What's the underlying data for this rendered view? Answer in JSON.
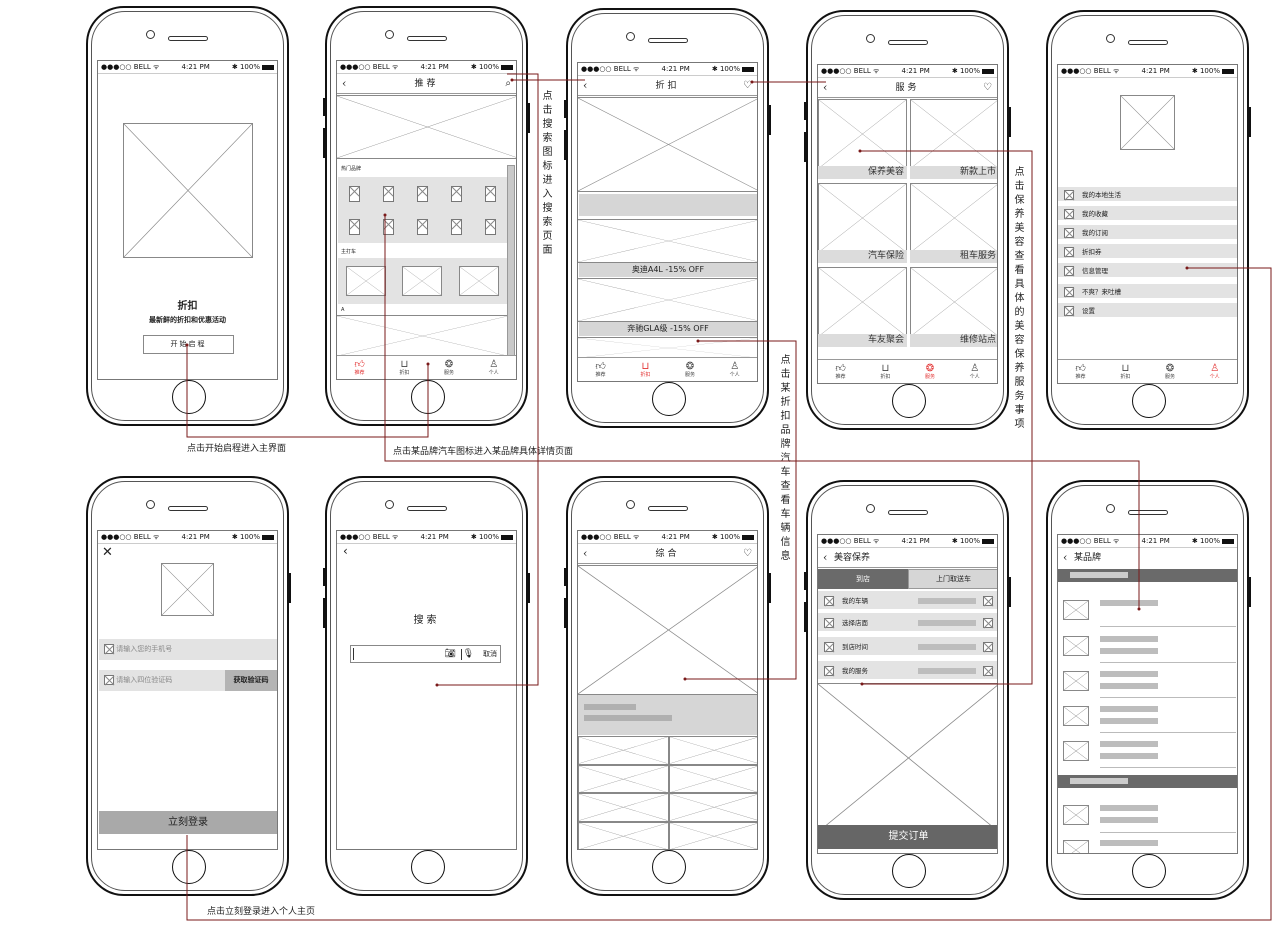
{
  "status_bar": {
    "carrier": "●●●○○ BELL ᯤ",
    "time": "4:21 PM",
    "battery": "✱ 100%"
  },
  "tab_labels": [
    "推荐",
    "折扣",
    "服务",
    "个人"
  ],
  "tab_icons": [
    "thumbs-up-icon",
    "bag-icon",
    "aperture-icon",
    "person-icon"
  ],
  "accent_color": "#e33333",
  "connector_color": "#7a1a1a",
  "screens": {
    "splash": {
      "title": "折扣",
      "subtitle": "最新鲜的折扣和优惠活动",
      "start_button": "开始启程"
    },
    "recommend": {
      "title": "推荐",
      "section_hot_brands": "热门品牌",
      "section_main_cars": "主打车",
      "section_a": "A",
      "active_tab": 0
    },
    "discount": {
      "title": "折扣",
      "items": [
        "奥迪A4L -15% OFF",
        "奔驰GLA级 -15% OFF"
      ],
      "active_tab": 1
    },
    "service": {
      "title": "服务",
      "tiles": [
        "保养美容",
        "新款上市",
        "汽车保险",
        "租车服务",
        "车友聚会",
        "维修站点"
      ],
      "active_tab": 2
    },
    "profile": {
      "menu": [
        "我的本地生活",
        "我的收藏",
        "我的订阅",
        "折扣券",
        "信息管理",
        "不爽？来吐槽",
        "设置"
      ],
      "active_tab": 3
    },
    "login": {
      "phone_placeholder": "请输入您的手机号",
      "code_placeholder": "请输入四位验证码",
      "get_code_button": "获取验证码",
      "login_button": "立刻登录"
    },
    "search": {
      "title": "搜索",
      "cancel": "取消"
    },
    "overview": {
      "title": "综合"
    },
    "beauty": {
      "title": "美容保养",
      "tabs": [
        "到店",
        "上门取送车"
      ],
      "rows": [
        "我的车辆",
        "选择店面",
        "到店时间",
        "我的服务"
      ],
      "submit": "提交订单"
    },
    "brand": {
      "title": "某品牌"
    }
  },
  "annotations": {
    "start_to_main": "点击开始启程进入主界面",
    "brand_to_detail": "点击某品牌汽车图标进入某品牌具体详情页面",
    "login_to_profile": "点击立刻登录进入个人主页",
    "search_icon": "点击搜索图标进入搜索页面",
    "discount_car": "点击某折扣品牌汽车查看车辆信息",
    "beauty_service": "点击保养美容查看具体的美容保养服务事项"
  }
}
